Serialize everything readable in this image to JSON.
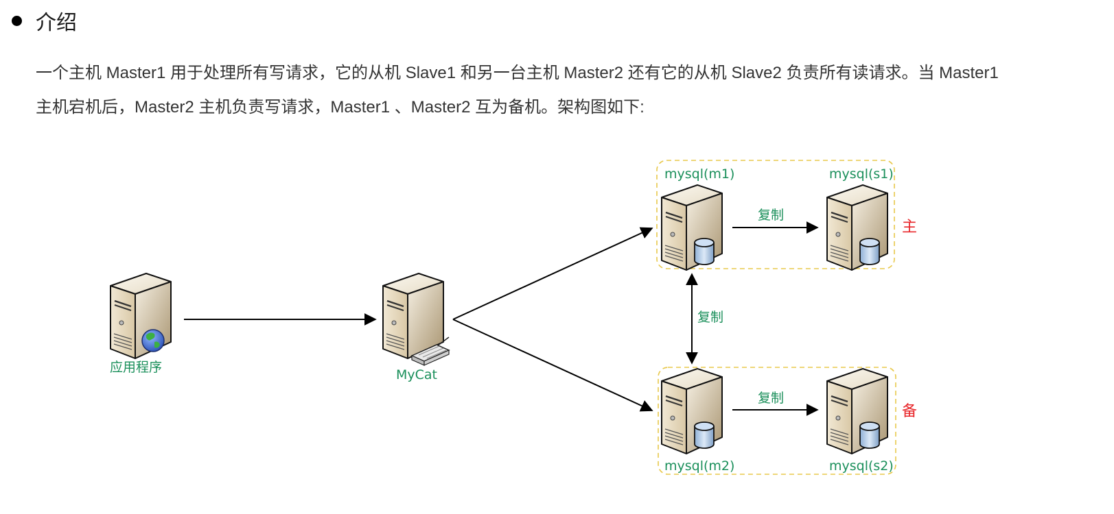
{
  "heading": {
    "bullet_icon": "bullet-dot",
    "title": "介绍"
  },
  "description": {
    "line1": "一个主机 Master1 用于处理所有写请求，它的从机 Slave1 和另一台主机 Master2 还有它的从机 Slave2 负责所有读请求。当 Master1",
    "line2": "主机宕机后，Master2 主机负责写请求，Master1 、Master2 互为备机。架构图如下:"
  },
  "diagram": {
    "nodes": {
      "app": {
        "label": "应用程序",
        "icon": "server-globe-icon"
      },
      "mycat": {
        "label": "MyCat",
        "icon": "server-router-icon"
      },
      "m1": {
        "label": "mysql(m1)",
        "icon": "server-database-icon"
      },
      "s1": {
        "label": "mysql(s1)",
        "icon": "server-database-icon"
      },
      "m2": {
        "label": "mysql(m2)",
        "icon": "server-database-icon"
      },
      "s2": {
        "label": "mysql(s2)",
        "icon": "server-database-icon"
      }
    },
    "edges": {
      "m1_s1": "复制",
      "m1_m2": "复制",
      "m2_s2": "复制"
    },
    "groups": {
      "primary": "主",
      "standby": "备"
    },
    "colors": {
      "label_green": "#1a8f5a",
      "group_red": "#e8262a",
      "group_border": "#e8c84a"
    }
  }
}
